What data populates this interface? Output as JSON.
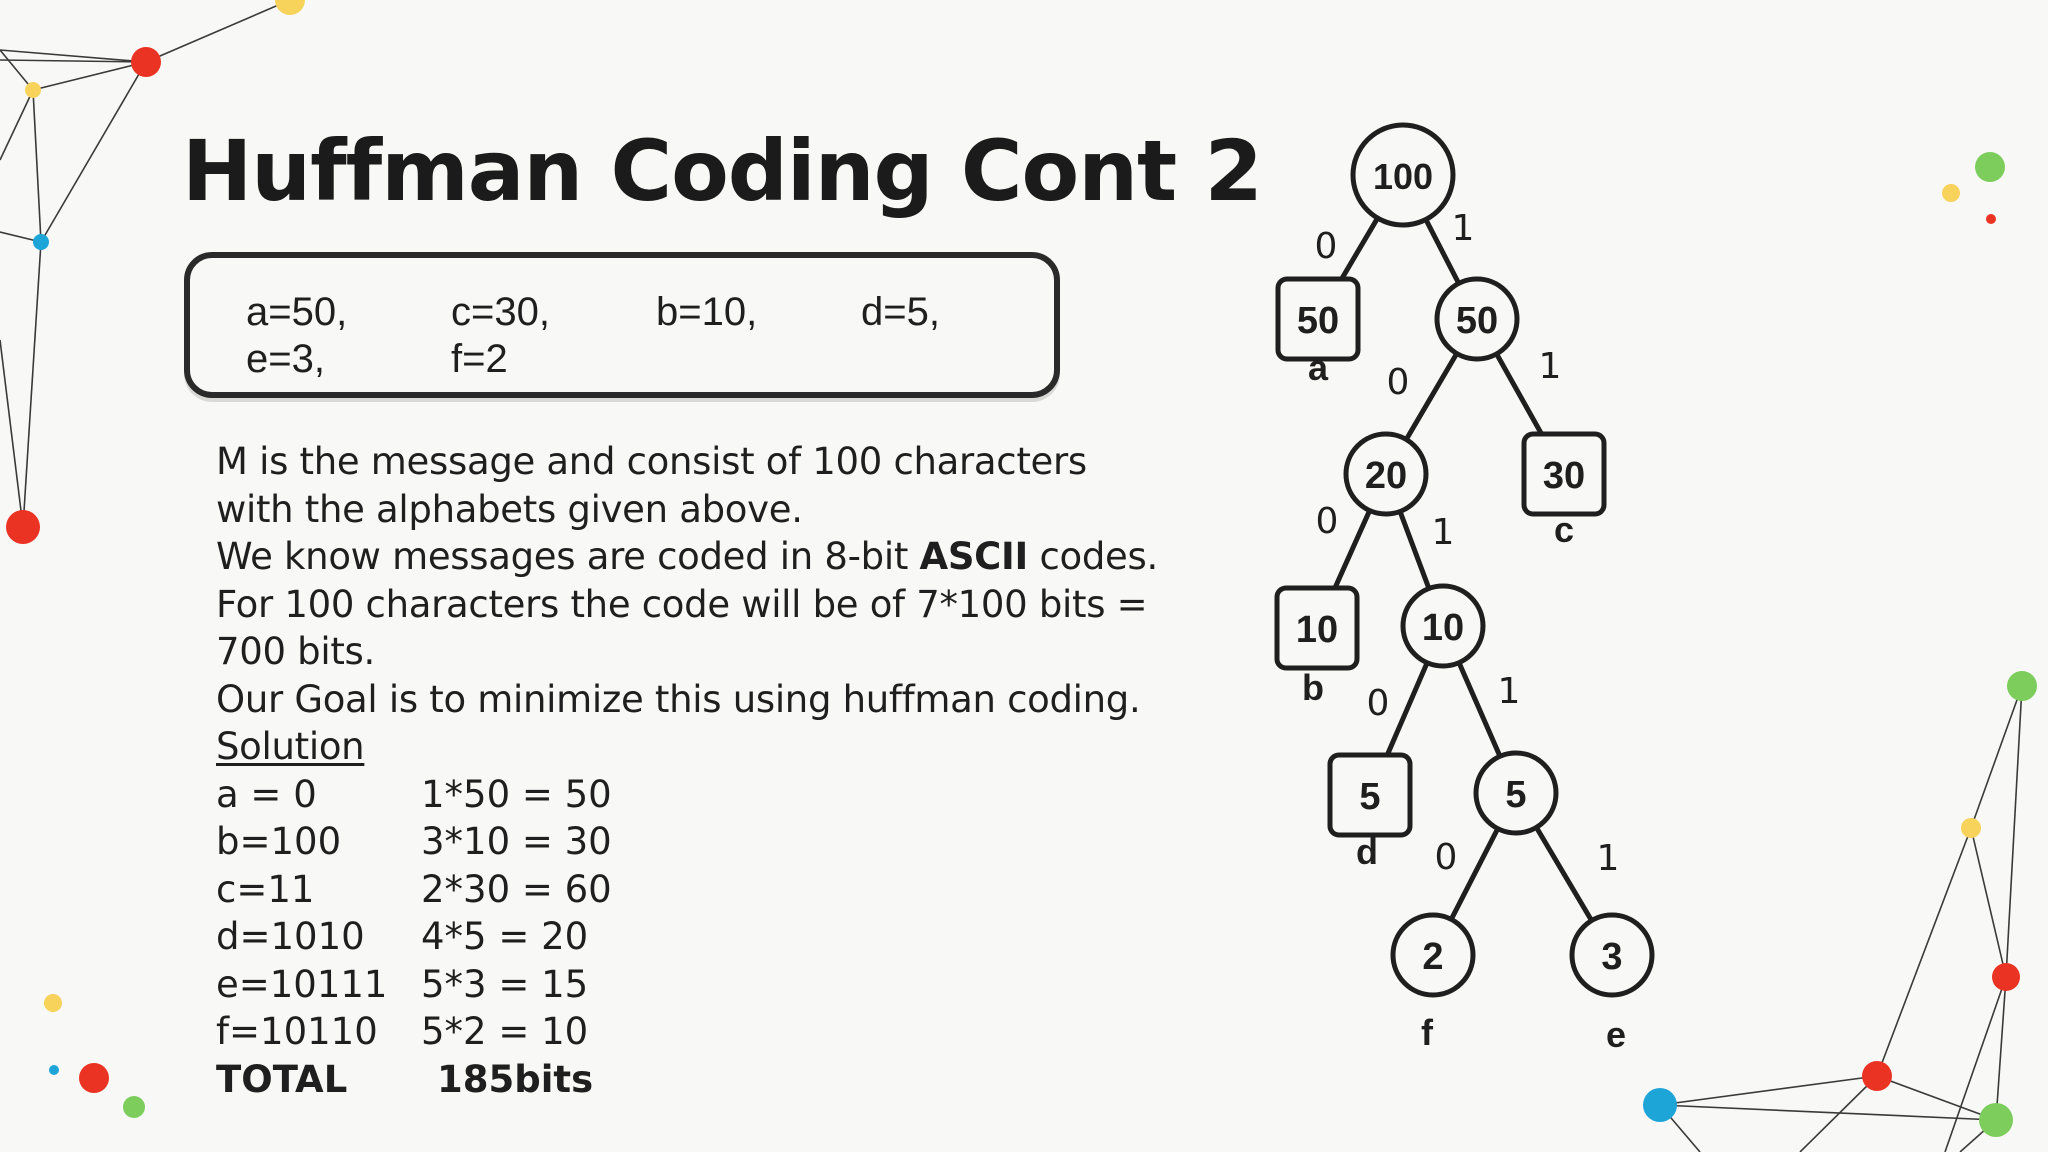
{
  "slide": {
    "title": "Huffman Coding Cont 2",
    "alphabet": [
      "a=50,",
      "c=30,",
      "b=10,",
      "d=5,",
      "e=3,",
      "f=2"
    ],
    "description": {
      "line1": "M is the message and consist of 100 characters",
      "line2": "with the alphabets given above.",
      "line3_prefix": "We know messages are coded in 8-bit ",
      "line3_bold": "ASCII",
      "line3_suffix": " codes.",
      "line4": "For 100 characters the code will be of 7*100 bits =",
      "line5": "700 bits.",
      "line6": "Our Goal is to minimize this using huffman coding."
    },
    "solution_heading": "Solution",
    "codes": [
      {
        "code": "a = 0",
        "calc": "1*50 = 50"
      },
      {
        "code": "b=100",
        "calc": "3*10 = 30"
      },
      {
        "code": "c=11",
        "calc": "2*30 = 60"
      },
      {
        "code": "d=1010",
        "calc": "4*5 = 20"
      },
      {
        "code": "e=10111",
        "calc": "5*3 = 15"
      },
      {
        "code": "f=10110",
        "calc": "5*2 = 10"
      }
    ],
    "total_label": "TOTAL",
    "total_value": "185bits"
  },
  "tree": {
    "nodes": [
      {
        "id": "root",
        "shape": "circle",
        "value": "100",
        "char": ""
      },
      {
        "id": "a",
        "shape": "square",
        "value": "50",
        "char": "a"
      },
      {
        "id": "n50",
        "shape": "circle",
        "value": "50",
        "char": ""
      },
      {
        "id": "n20",
        "shape": "circle",
        "value": "20",
        "char": ""
      },
      {
        "id": "c",
        "shape": "square",
        "value": "30",
        "char": "c"
      },
      {
        "id": "b",
        "shape": "square",
        "value": "10",
        "char": "b"
      },
      {
        "id": "n10",
        "shape": "circle",
        "value": "10",
        "char": ""
      },
      {
        "id": "d",
        "shape": "square",
        "value": "5",
        "char": "d"
      },
      {
        "id": "n5",
        "shape": "circle",
        "value": "5",
        "char": ""
      },
      {
        "id": "f",
        "shape": "circle",
        "value": "2",
        "char": "f"
      },
      {
        "id": "e",
        "shape": "circle",
        "value": "3",
        "char": "e"
      }
    ],
    "edges": [
      {
        "from": "root",
        "to": "a",
        "bit": "0"
      },
      {
        "from": "root",
        "to": "n50",
        "bit": "1"
      },
      {
        "from": "n50",
        "to": "n20",
        "bit": "0"
      },
      {
        "from": "n50",
        "to": "c",
        "bit": "1"
      },
      {
        "from": "n20",
        "to": "b",
        "bit": "0"
      },
      {
        "from": "n20",
        "to": "n10",
        "bit": "1"
      },
      {
        "from": "n10",
        "to": "d",
        "bit": "0"
      },
      {
        "from": "n10",
        "to": "n5",
        "bit": "1"
      },
      {
        "from": "n5",
        "to": "f",
        "bit": "0"
      },
      {
        "from": "n5",
        "to": "e",
        "bit": "1"
      }
    ]
  },
  "colors": {
    "background": "#f8f8f6",
    "ink": "#1f1f1f",
    "red": "#ea3323",
    "yellow": "#f7d35c",
    "green": "#7ccd5c",
    "blue": "#1ea5d8",
    "network_line": "#3a3a3a"
  }
}
